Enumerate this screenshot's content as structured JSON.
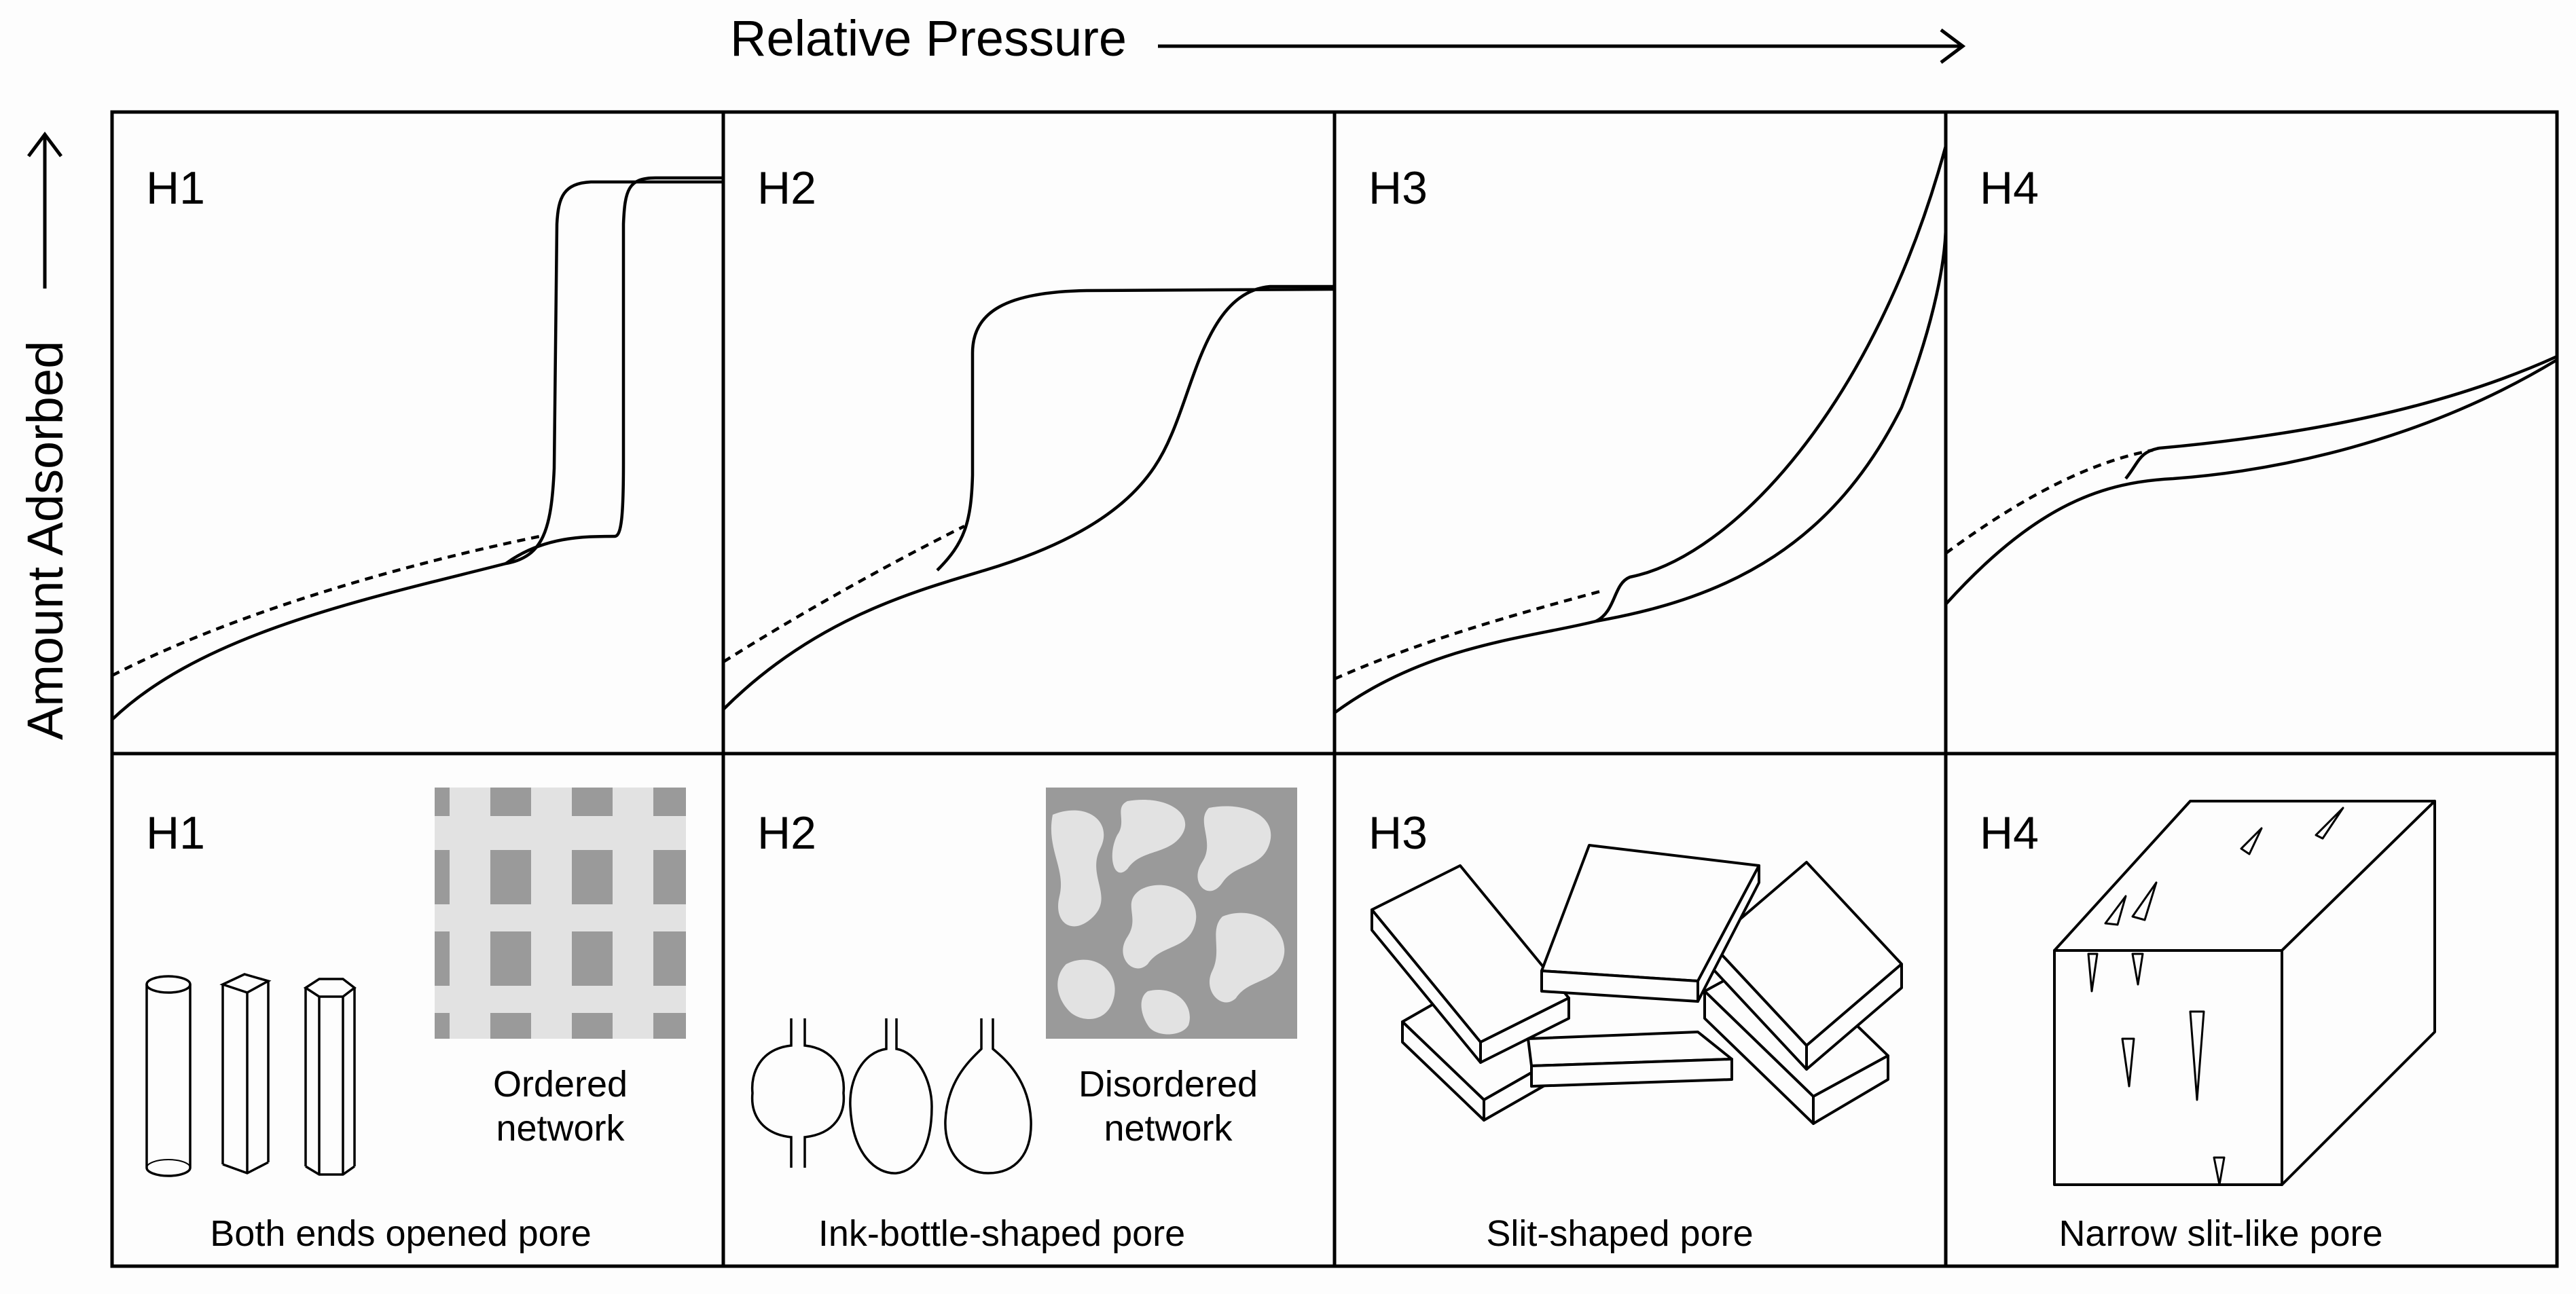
{
  "axes": {
    "x_label": "Relative Pressure",
    "y_label": "Amount Adsorbed"
  },
  "isotherm_panels": [
    {
      "label": "H1"
    },
    {
      "label": "H2"
    },
    {
      "label": "H3"
    },
    {
      "label": "H4"
    }
  ],
  "pore_panels": [
    {
      "label": "H1",
      "caption": "Both ends opened pore",
      "network_line1": "Ordered",
      "network_line2": "network"
    },
    {
      "label": "H2",
      "caption": "Ink-bottle-shaped pore",
      "network_line1": "Disordered",
      "network_line2": "network"
    },
    {
      "label": "H3",
      "caption": "Slit-shaped pore"
    },
    {
      "label": "H4",
      "caption": "Narrow slit-like pore"
    }
  ],
  "colors": {
    "line": "#000000",
    "network_dark": "#9a9a9a",
    "network_light": "#e2e2e2"
  }
}
